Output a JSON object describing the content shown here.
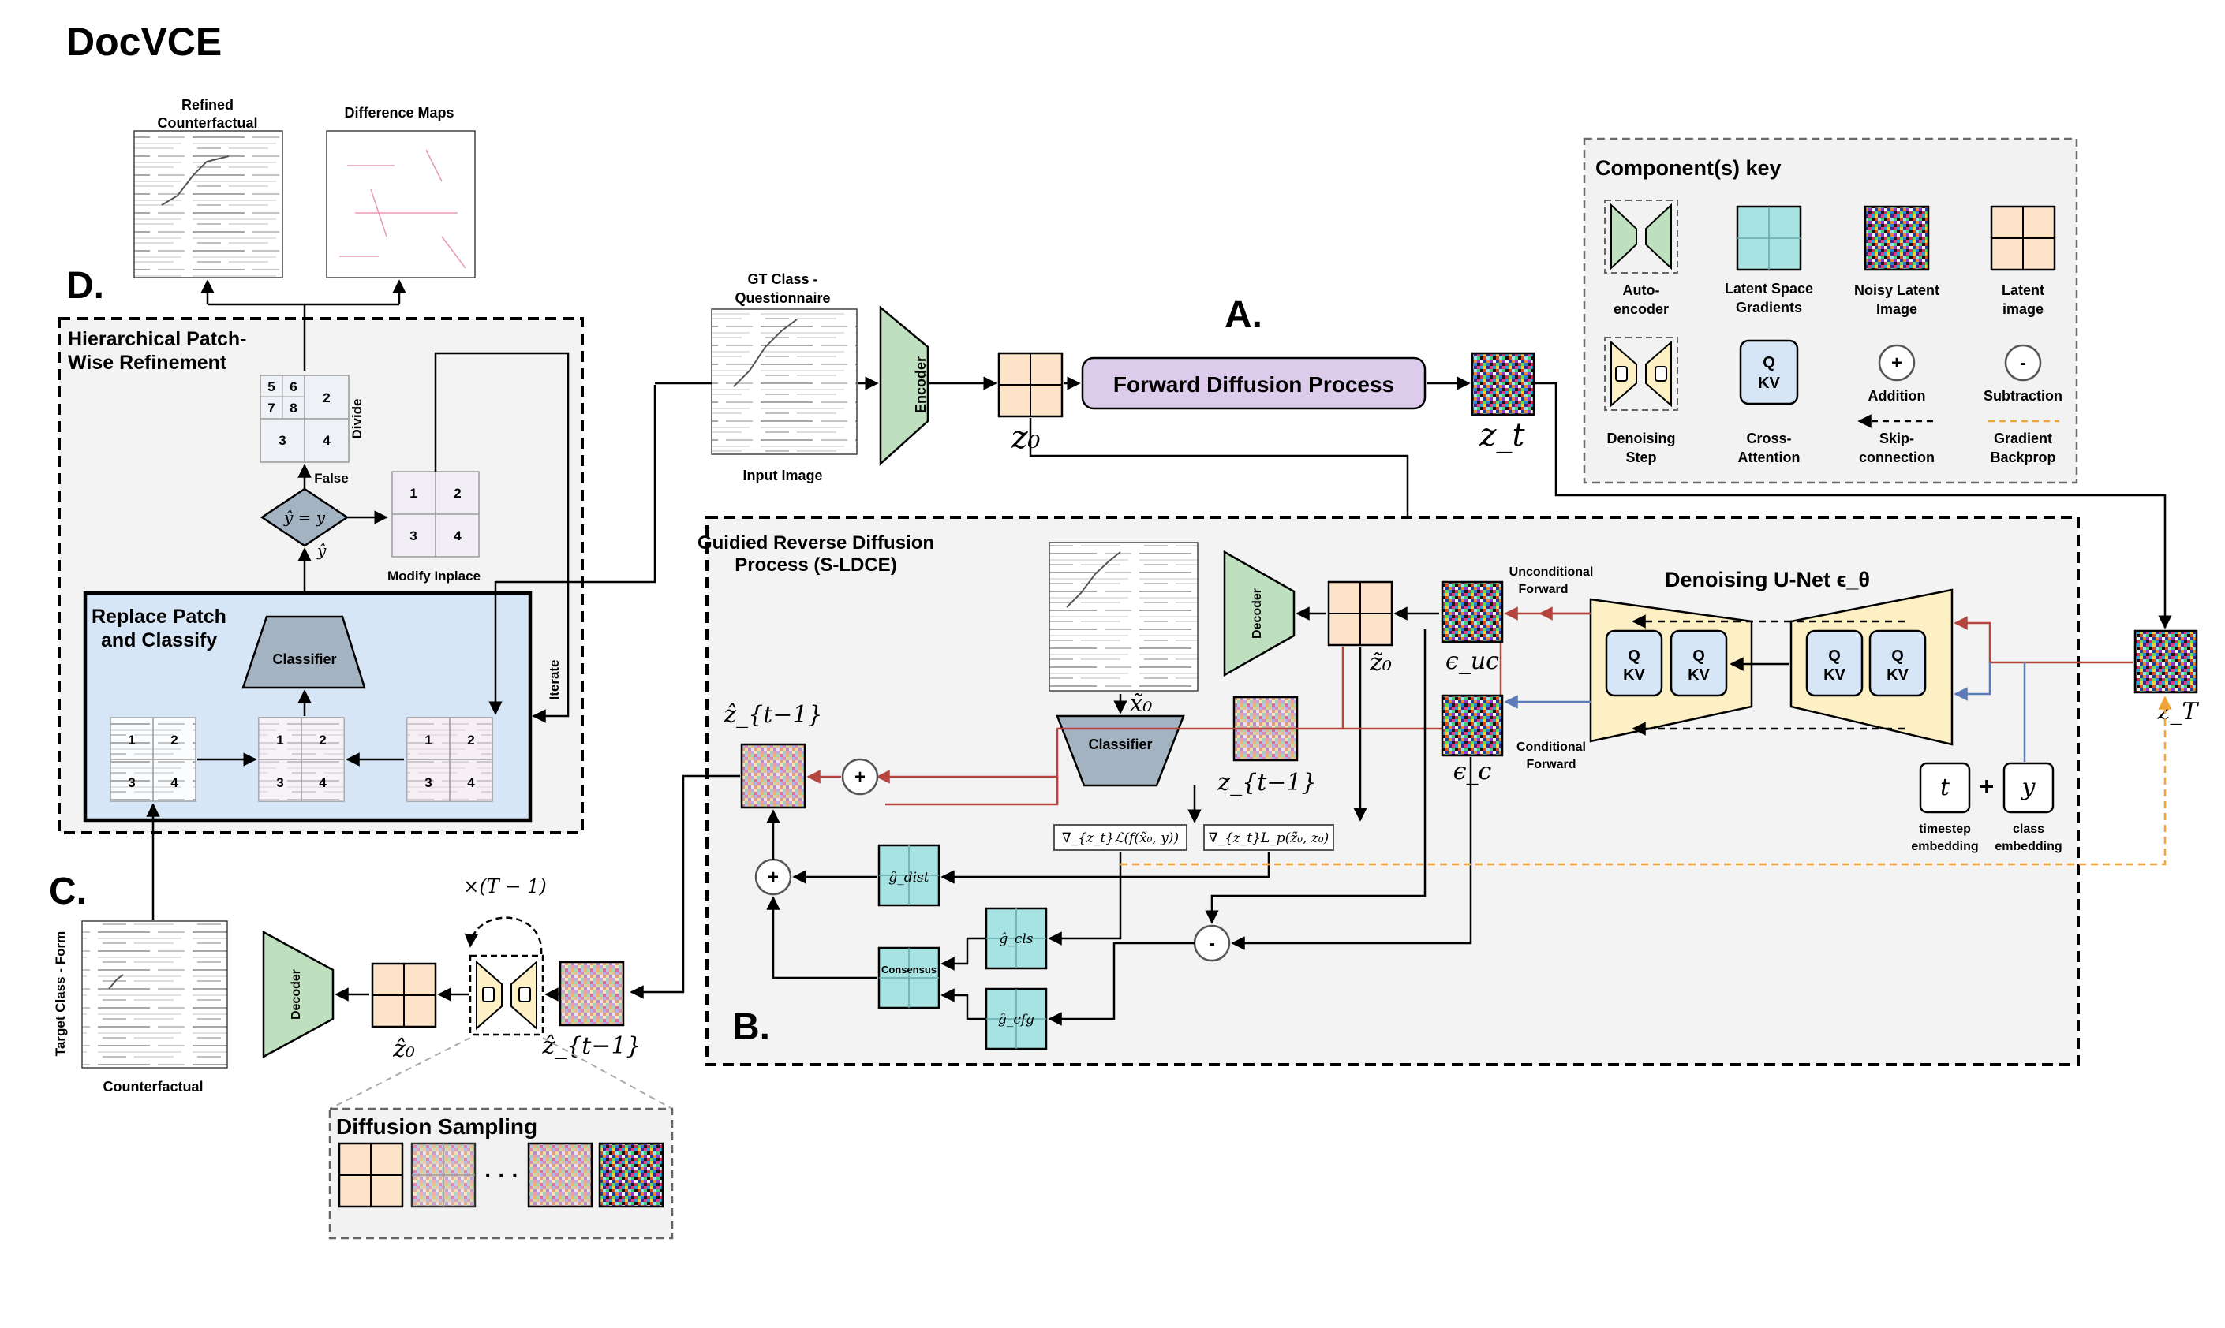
{
  "title": "DocVCE",
  "labels": {
    "A": "A.",
    "B": "B.",
    "C": "C.",
    "D": "D."
  },
  "sectionD": {
    "refined_1": "Refined",
    "refined_2": "Counterfactual",
    "diff_maps": "Difference Maps",
    "panel_1": "Hierarchical Patch-",
    "panel_2": "Wise Refinement",
    "divide": "Divide",
    "false": "False",
    "cond": "ŷ = y",
    "yhat": "ŷ",
    "modify": "Modify Inplace",
    "iterate": "Iterate",
    "replace_1": "Replace Patch",
    "replace_2": "and Classify",
    "classifier": "Classifier",
    "patch_nums_big": [
      "5",
      "6",
      "7",
      "8",
      "2",
      "3",
      "4"
    ],
    "patch_nums": [
      "1",
      "2",
      "3",
      "4"
    ]
  },
  "sectionA": {
    "gt_1": "GT Class -",
    "gt_2": "Questionnaire",
    "input": "Input Image",
    "encoder": "Encoder",
    "z0": "z₀",
    "forward": "Forward Diffusion Process",
    "zt": "z_t"
  },
  "key": {
    "title": "Component(s) key",
    "autoencoder_1": "Auto-",
    "autoencoder_2": "encoder",
    "gradients_1": "Latent Space",
    "gradients_2": "Gradients",
    "noisy_1": "Noisy Latent",
    "noisy_2": "Image",
    "latent_1": "Latent",
    "latent_2": "image",
    "denoise_1": "Denoising",
    "denoise_2": "Step",
    "cross_1": "Cross-",
    "cross_2": "Attention",
    "q": "Q",
    "kv": "KV",
    "plus": "+",
    "addition": "Addition",
    "minus": "-",
    "subtraction": "Subtraction",
    "skip_1": "Skip-",
    "skip_2": "connection",
    "grad_1": "Gradient",
    "grad_2": "Backprop"
  },
  "sectionB": {
    "title_1": "Guidied Reverse Diffusion",
    "title_2": "Process (S-LDCE)",
    "decoder": "Decoder",
    "classifier": "Classifier",
    "x0": "x̃₀",
    "z0": "z̃₀",
    "zt1": "z_{t−1}",
    "zhat": "ẑ_{t−1}",
    "uncond_1": "Unconditional",
    "uncond_2": "Forward",
    "cond_1": "Conditional",
    "cond_2": "Forward",
    "euc": "ϵ_uc",
    "ec": "ϵ_c",
    "unet": "Denoising U-Net ϵ_θ",
    "grad1": "∇_{z_t}ℒ(f(x̃₀, y))",
    "grad2": "∇_{z_t}L_p(z̃₀, z₀)",
    "gdist": "ĝ_dist",
    "gcls": "ĝ_cls",
    "gcfg": "ĝ_cfg",
    "consensus": "Consensus",
    "zT": "z_T",
    "t": "t",
    "y": "y",
    "timestep_1": "timestep",
    "timestep_2": "embedding",
    "class_1": "class",
    "class_2": "embedding"
  },
  "sectionC": {
    "target": "Target Class - Form",
    "counterfactual": "Counterfactual",
    "decoder": "Decoder",
    "z0hat": "ẑ₀",
    "zhat": "ẑ_{t−1}",
    "repeat": "×(T − 1)",
    "sampling": "Diffusion Sampling",
    "dots": "· · ·"
  },
  "colors": {
    "latent_fill": "#fde3c8",
    "gradient_fill": "#a8e3e3",
    "classifier_fill": "#a3b3c2",
    "encoder_fill": "#bfe0bf",
    "unet_fill": "#fdf0c5",
    "process_fill": "#dccbea",
    "panel_blue": "#d6e6f7",
    "panel_grey": "#f2f2f2",
    "red_line": "#b5443e",
    "blue_line": "#5a7bb7",
    "orange_line": "#f0a33a"
  }
}
